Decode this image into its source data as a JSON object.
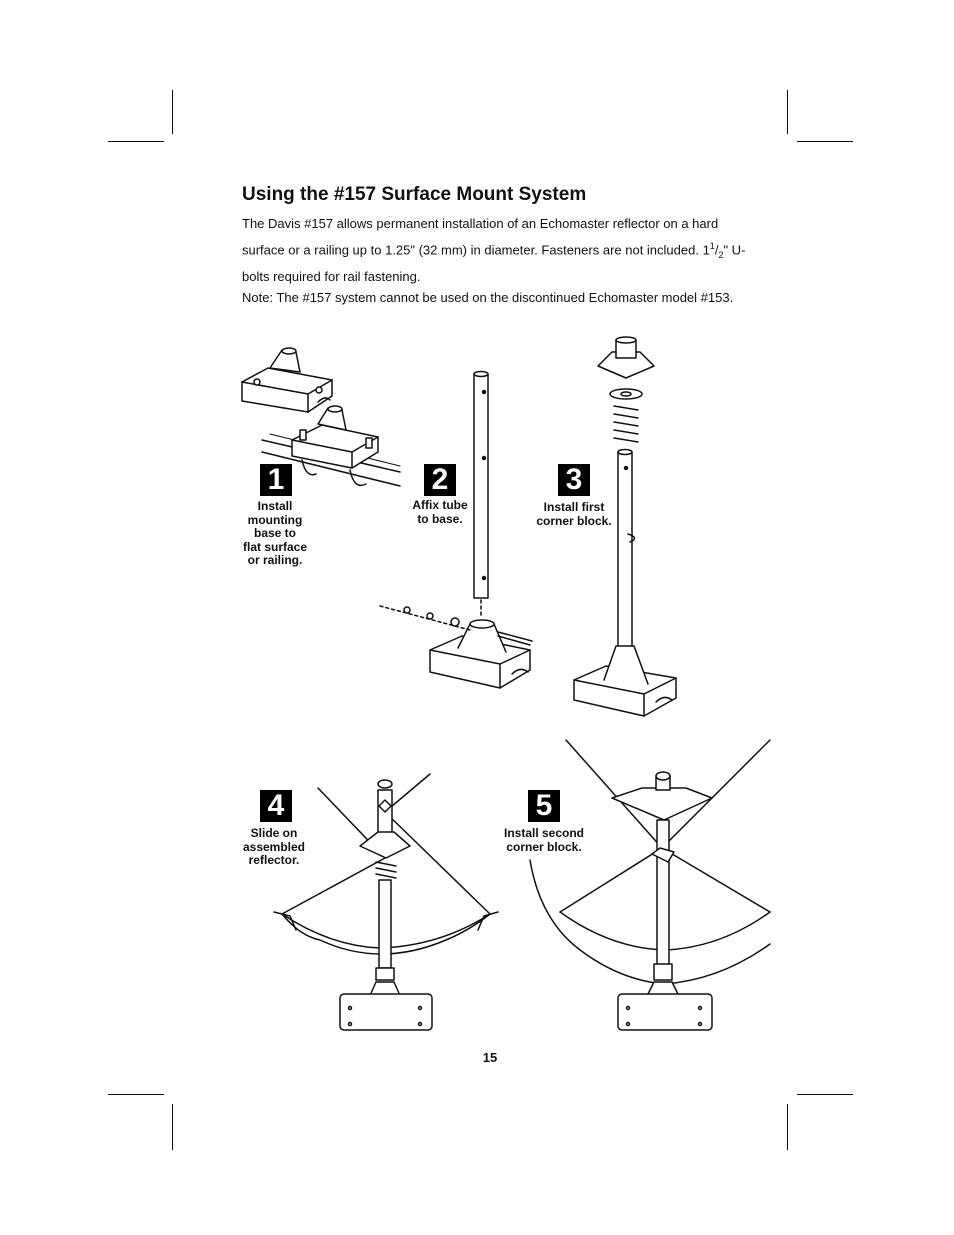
{
  "heading": "Using the #157 Surface Mount System",
  "intro_text": "The Davis #157 allows permanent installation of an Echomaster reflector on a hard surface or a railing up to 1.25\" (32 mm) in diameter. Fasteners are not included. 1",
  "fraction_num": "1",
  "fraction_sep": "/",
  "fraction_den": "2",
  "intro_tail": "\" U-bolts required for rail fastening.",
  "note_text": "Note: The #157 system cannot be used on the discontinued Echomaster model #153.",
  "steps": [
    {
      "number": "1",
      "caption": "Install\nmounting\nbase to\nflat surface\nor railing."
    },
    {
      "number": "2",
      "caption": "Affix tube\nto base."
    },
    {
      "number": "3",
      "caption": "Install first\ncorner block."
    },
    {
      "number": "4",
      "caption": "Slide on\nassembled\nreflector."
    },
    {
      "number": "5",
      "caption": "Install second\ncorner block."
    }
  ],
  "page_number": "15"
}
